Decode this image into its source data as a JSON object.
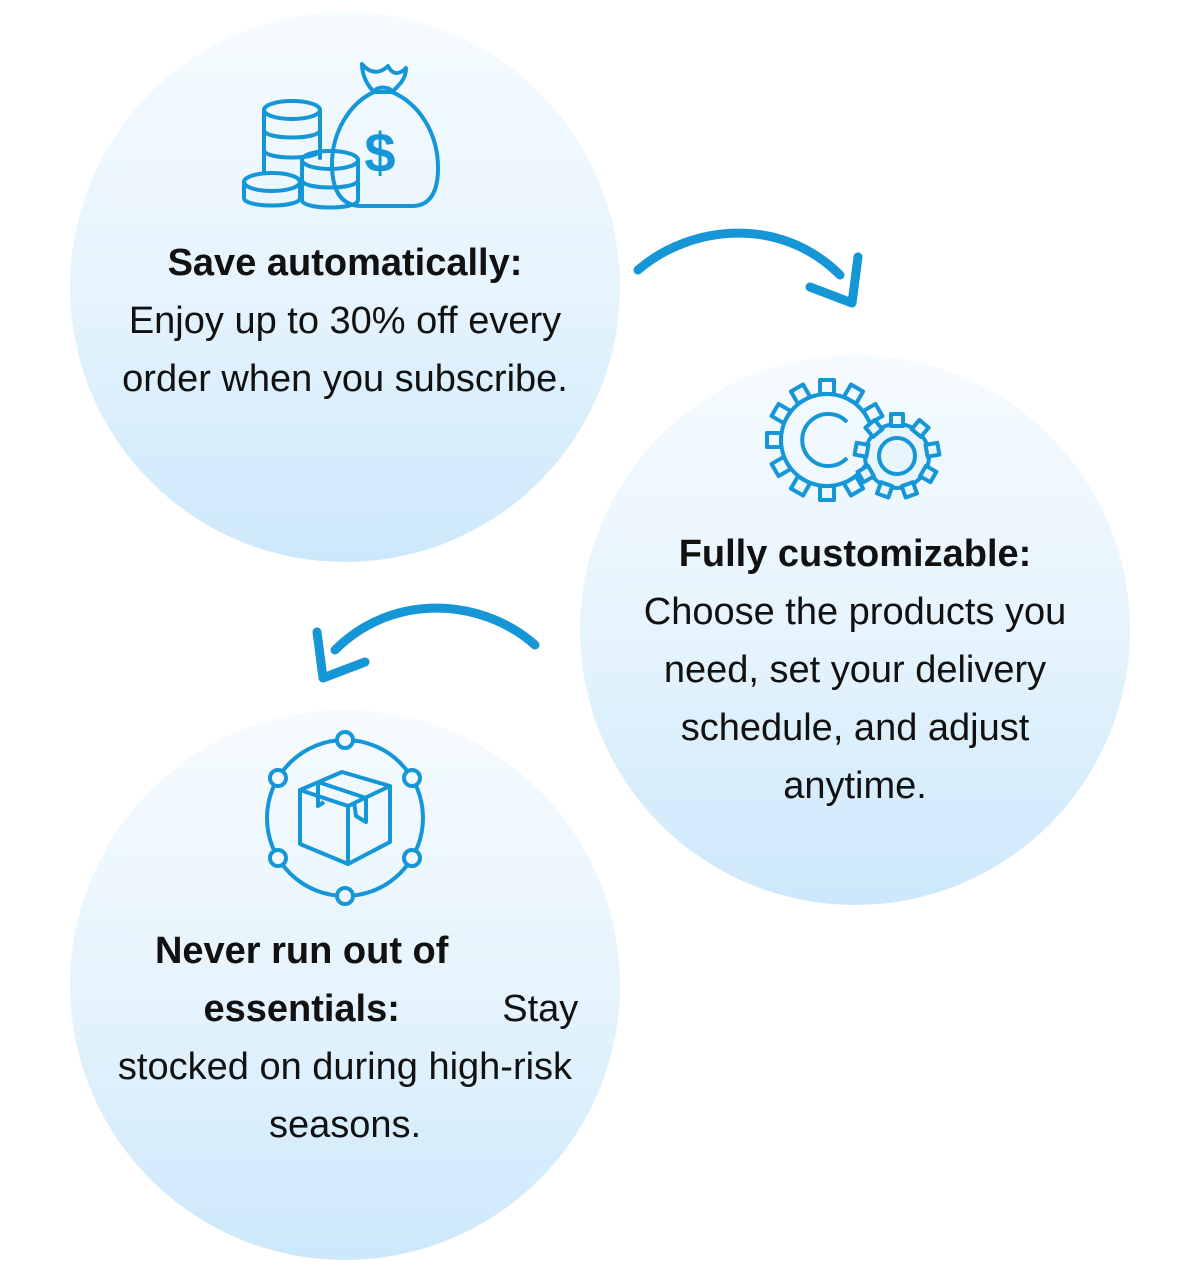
{
  "benefits": [
    {
      "icon": "money-bag-coins-icon",
      "title": "Save automatically:",
      "body": "Enjoy up to 30% off every order when you subscribe."
    },
    {
      "icon": "gears-icon",
      "title": "Fully customizable:",
      "body": "Choose the products you need, set your delivery schedule, and adjust anytime."
    },
    {
      "icon": "package-network-icon",
      "title": "Never run out of essentials:",
      "body": "Stay stocked on  during high-risk seasons."
    }
  ],
  "colors": {
    "accent": "#1596d6",
    "circle_top": "#f6fbff",
    "circle_bottom": "#cde8fb",
    "text": "#111111"
  }
}
